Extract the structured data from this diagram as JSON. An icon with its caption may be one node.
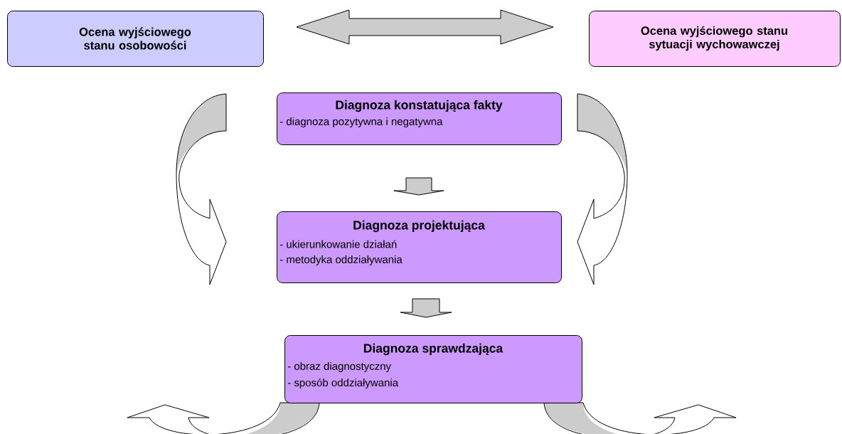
{
  "diagram": {
    "nodes": [
      {
        "text": [
          "Ocena wyjściowego stanu osobowości"
        ]
      },
      {
        "text": [
          "Ocena wyjściowego stanu sytuacji wychowawczej"
        ]
      },
      {
        "text": [
          "Diagnoza konstatująca fakty",
          "- diagnoza pozytywna i negatywna"
        ]
      },
      {
        "text": [
          "Diagnoza projektująca",
          "- ukierunkowanie działań",
          "- metodyka oddziaływania"
        ]
      },
      {
        "text": [
          "Diagnoza sprawdzająca",
          "- obraz diagnostyczny",
          "- sposób oddziaływania"
        ]
      }
    ],
    "edges": [
      {
        "from": 0,
        "to": 1,
        "arrow": "both"
      },
      {
        "from": 2,
        "to": 3,
        "arrow": "to"
      },
      {
        "from": 3,
        "to": 4,
        "arrow": "to"
      },
      {
        "from": 0,
        "to": 3,
        "arrow": "to"
      },
      {
        "from": 1,
        "to": 3,
        "arrow": "to"
      },
      {
        "from": 4,
        "to": null,
        "arrow": "to"
      },
      {
        "from": 4,
        "to": null,
        "arrow": "to"
      }
    ]
  }
}
